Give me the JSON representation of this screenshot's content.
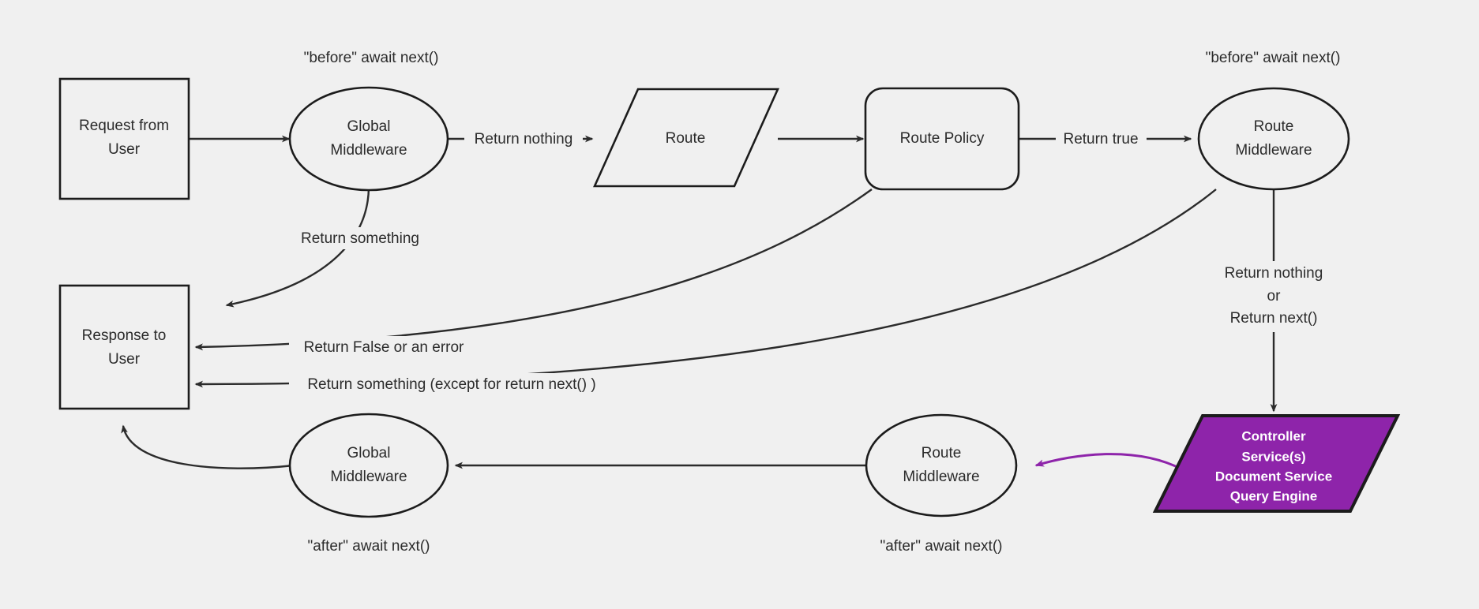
{
  "diagram": {
    "title": "Middleware request/response lifecycle flow",
    "background_color": "#f0f0f0",
    "line_color": "#2b2b2b",
    "accent_color": "#8e24aa",
    "nodes": {
      "request_from_user": {
        "label_line1": "Request from",
        "label_line2": "User",
        "shape": "rectangle"
      },
      "global_middleware_top": {
        "label_line1": "Global",
        "label_line2": "Middleware",
        "shape": "ellipse"
      },
      "route": {
        "label": "Route",
        "shape": "parallelogram"
      },
      "route_policy": {
        "label": "Route Policy",
        "shape": "rounded-rectangle"
      },
      "route_middleware_top": {
        "label_line1": "Route",
        "label_line2": "Middleware",
        "shape": "ellipse"
      },
      "controller": {
        "shape": "parallelogram",
        "fill": "#8e24aa",
        "label_line1": "Controller",
        "label_line2": "Service(s)",
        "label_line3": "Document Service",
        "label_line4": "Query Engine"
      },
      "route_middleware_bottom": {
        "label_line1": "Route",
        "label_line2": "Middleware",
        "shape": "ellipse"
      },
      "global_middleware_bottom": {
        "label_line1": "Global",
        "label_line2": "Middleware",
        "shape": "ellipse"
      },
      "response_to_user": {
        "label_line1": "Response to",
        "label_line2": "User",
        "shape": "rectangle"
      }
    },
    "annotations": {
      "before_global": "\"before\" await next()",
      "before_route": "\"before\" await next()",
      "after_global": "\"after\" await next()",
      "after_route": "\"after\" await next()"
    },
    "edge_labels": {
      "return_nothing": "Return nothing",
      "return_true": "Return true",
      "return_something": "Return something",
      "return_false_or_error": "Return False or an error",
      "return_something_except": "Return something (except for return next() )",
      "return_nothing_or_next_1": "Return nothing",
      "return_nothing_or_next_2": "or",
      "return_nothing_or_next_3": "Return next()"
    }
  }
}
